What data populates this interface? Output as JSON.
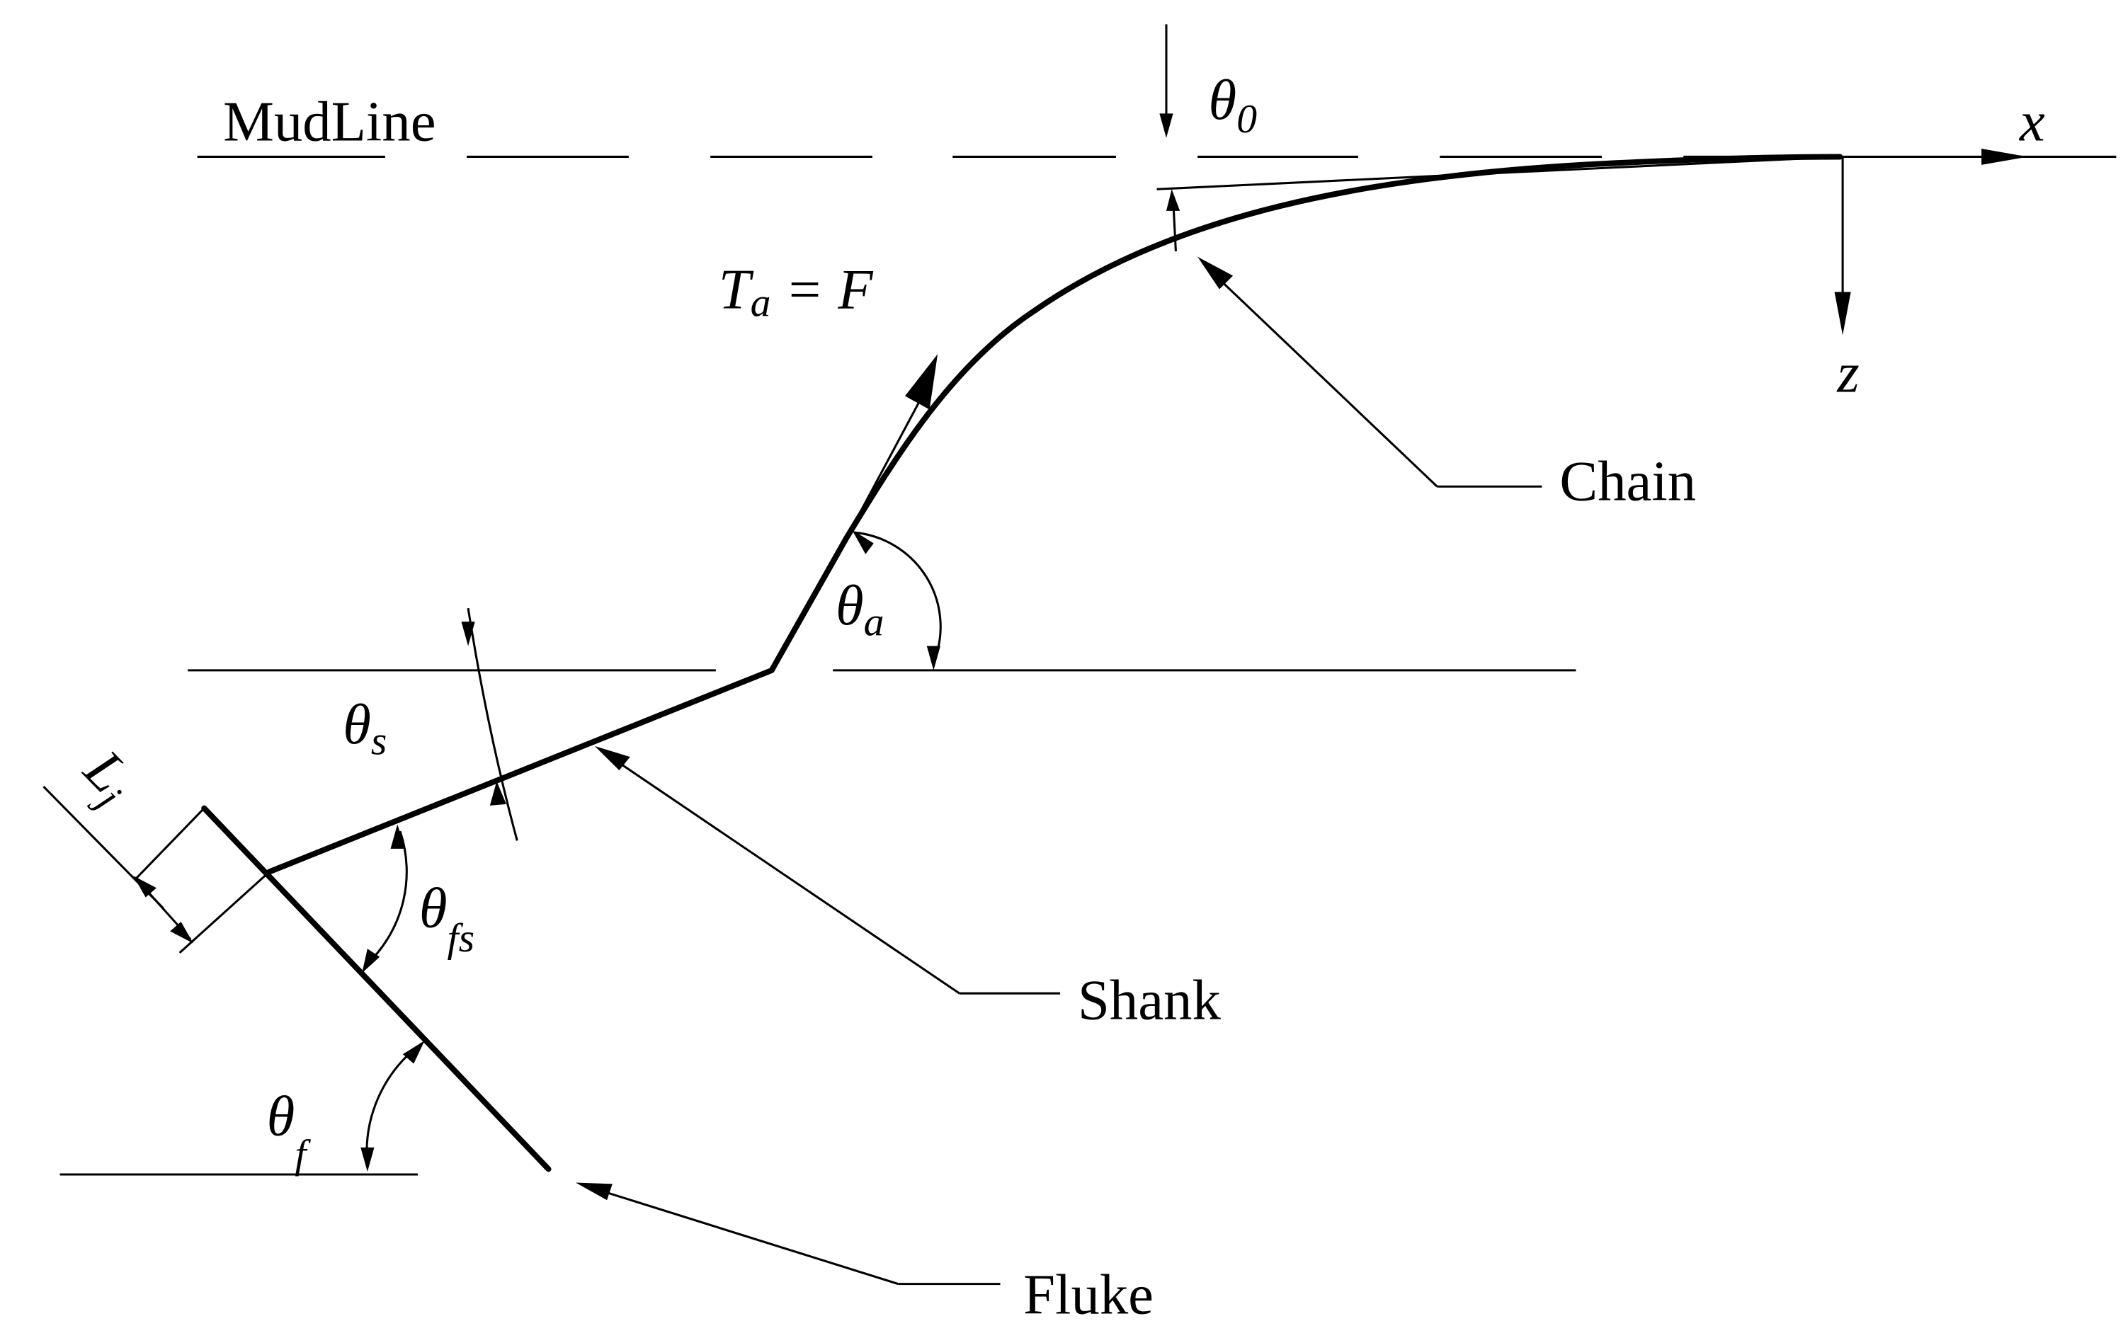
{
  "labels": {
    "mudline": "MudLine",
    "chain": "Chain",
    "shank": "Shank",
    "fluke": "Fluke",
    "tension_main": "T",
    "tension_sub": "a",
    "tension_rest": " = F",
    "axis_x": "x",
    "axis_z": "z",
    "theta": "θ",
    "theta_0_sub": "0",
    "theta_a_sub": "a",
    "theta_s_sub": "s",
    "theta_fs_sub": "fs",
    "theta_f_sub": "f",
    "lj_main": "L",
    "lj_sub": "j"
  }
}
